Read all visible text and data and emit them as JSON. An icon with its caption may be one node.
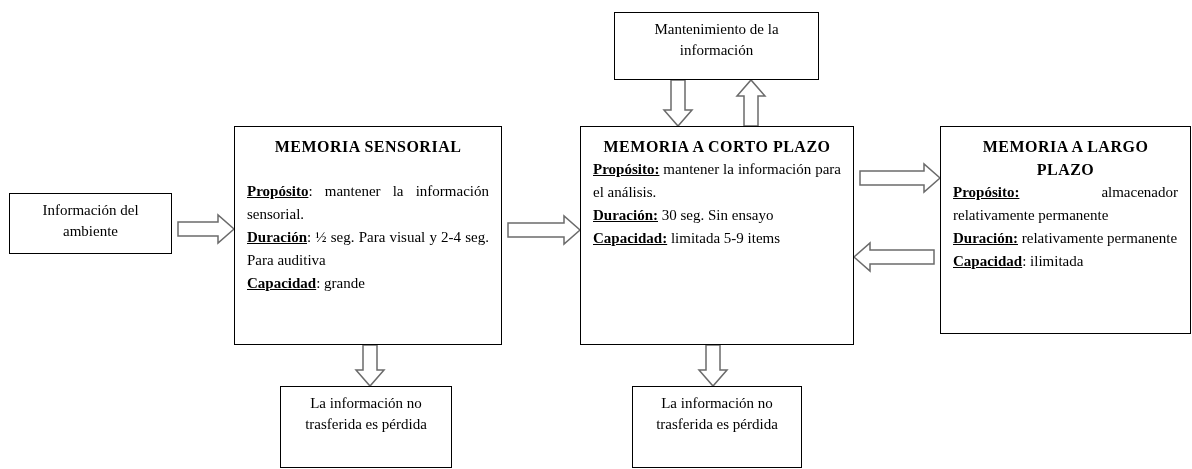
{
  "diagram": {
    "nodes": [
      {
        "text": [
          "Información del ambiente"
        ]
      },
      {
        "text": [
          "MEMORIA SENSORIAL",
          "**Propósito**: mantener la información sensorial.",
          "**Duración**: ½ seg. Para visual y 2-4 seg. Para auditiva",
          "**Capacidad**: grande"
        ]
      },
      {
        "text": [
          "La información no trasferida es pérdida"
        ]
      },
      {
        "text": [
          "Mantenimiento de la información"
        ]
      },
      {
        "text": [
          "MEMORIA A CORTO PLAZO",
          "**Propósito:** mantener la información para el análisis.",
          "**Duración:** 30 seg. Sin ensayo",
          "**Capacidad:** limitada 5-9 items"
        ]
      },
      {
        "text": [
          "MEMORIA A LARGO PLAZO",
          "**Propósito:** almacenador relativamente permanente",
          "**Duración:** relativamente permanente",
          "**Capacidad**: ilimitada"
        ]
      },
      {
        "text": [
          "La información no trasferida es pérdida"
        ]
      }
    ],
    "edges": [
      {
        "from": 0,
        "to": 1,
        "arrow": "to"
      },
      {
        "from": 1,
        "to": 4,
        "arrow": "to"
      },
      {
        "from": 4,
        "to": 5,
        "arrow": "to"
      },
      {
        "from": 5,
        "to": 4,
        "arrow": "to"
      },
      {
        "from": 1,
        "to": 2,
        "arrow": "to"
      },
      {
        "from": 4,
        "to": 6,
        "arrow": "to"
      },
      {
        "from": 3,
        "to": 4,
        "arrow": "to"
      },
      {
        "from": 4,
        "to": 3,
        "arrow": "to"
      }
    ]
  }
}
